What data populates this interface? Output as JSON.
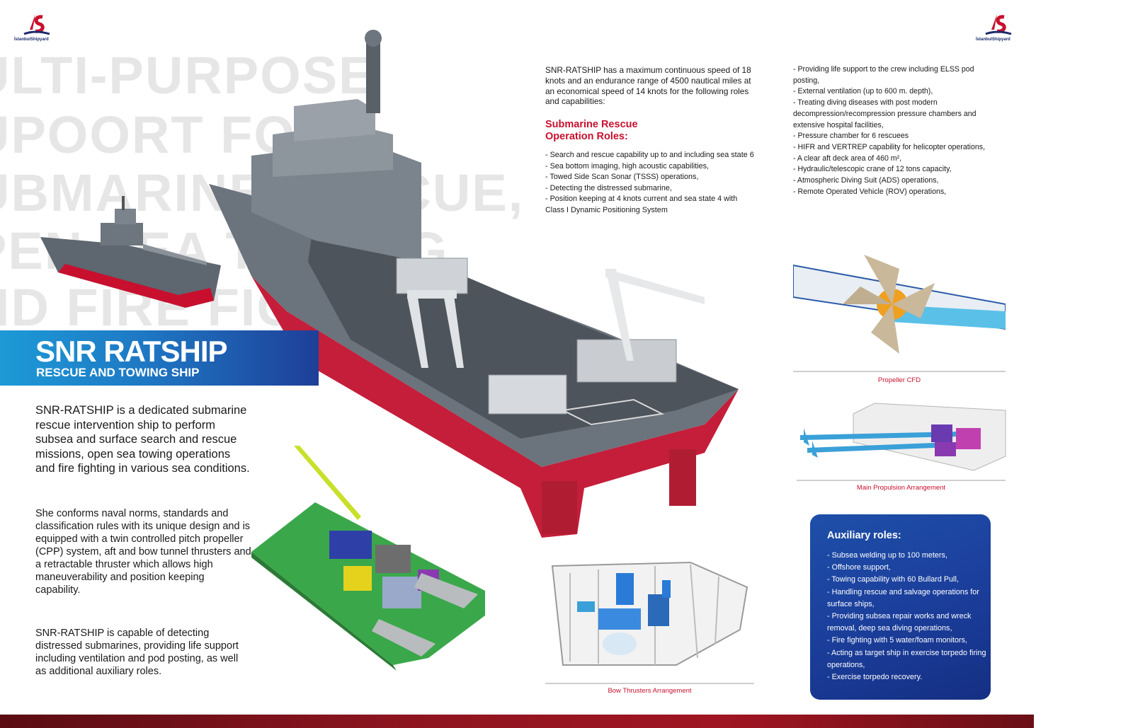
{
  "brand": {
    "logo_text": "İstanbulShipyard"
  },
  "watermark": [
    "ULTI-PURPOSE",
    "UPOORT FOR",
    "UBMARINE RESCUE,",
    "PEN SEA TOWING",
    "ND FIRE FIGHTING"
  ],
  "banner": {
    "title": "SNR RATSHIP",
    "subtitle": "RESCUE AND TOWING SHIP"
  },
  "intro": "SNR-RATSHIP is a dedicated submarine rescue intervention ship to perform subsea and surface search and rescue missions, open sea towing operations and fire fighting in various sea conditions.",
  "paragraph2": "She conforms naval norms, standards and classification rules with its unique design and is equipped with a twin controlled pitch propeller (CPP) system, aft and bow tunnel thrusters and a retractable thruster which allows high maneuverability and position keeping capability.",
  "paragraph3": "SNR-RATSHIP is capable of detecting distressed submarines, providing life support including ventilation and pod posting, as well as additional auxiliary roles.",
  "speed_text": "SNR-RATSHIP has a maximum continuous speed of 18 knots and an endurance range of 4500 nautical miles at an economical speed of 14 knots for the following roles and capabilities:",
  "rescue": {
    "heading": "Submarine Rescue Operation Roles:",
    "items": [
      "- Search and rescue capability up to and including sea state 6",
      "- Sea bottom imaging, high acoustic capabilities,",
      "- Towed Side Scan Sonar (TSSS) operations,",
      "- Detecting the distressed submarine,",
      "- Position keeping at 4 knots current and sea state 4 with Class I Dynamic Positioning System"
    ]
  },
  "capabilities": [
    "- Providing life support to the crew including ELSS pod posting,",
    "- External ventilation (up to 600 m. depth),",
    "- Treating diving diseases with post modern decompression/recompression pressure chambers and extensive hospital facilities,",
    "- Pressure chamber for 6 rescuees",
    "- HIFR and VERTREP capability for helicopter operations,",
    "- A clear aft deck area of 460 m²,",
    "- Hydraulic/telescopic crane of 12 tons capacity,",
    "- Atmospheric Diving Suit (ADS) operations,",
    "- Remote Operated Vehicle (ROV) operations,"
  ],
  "captions": {
    "propeller": "Propeller CFD",
    "propulsion": "Main Propulsion Arrangement",
    "thrusters": "Bow Thrusters Arrangement"
  },
  "auxiliary": {
    "title": "Auxiliary roles:",
    "items": [
      "- Subsea welding up to 100 meters,",
      "- Offshore support,",
      "- Towing capability with 60 Bullard Pull,",
      "- Handling rescue and salvage operations for surface ships,",
      "- Providing subsea repair works and wreck removal, deep sea diving operations,",
      "- Fire fighting with 5 water/foam monitors,",
      "- Acting as target ship in exercise torpedo firing operations,",
      "- Exercise torpedo recovery."
    ]
  },
  "colors": {
    "accent_red": "#c8102e",
    "brand_blue": "#1e4fa8",
    "banner_cyan": "#1d9ad6"
  }
}
